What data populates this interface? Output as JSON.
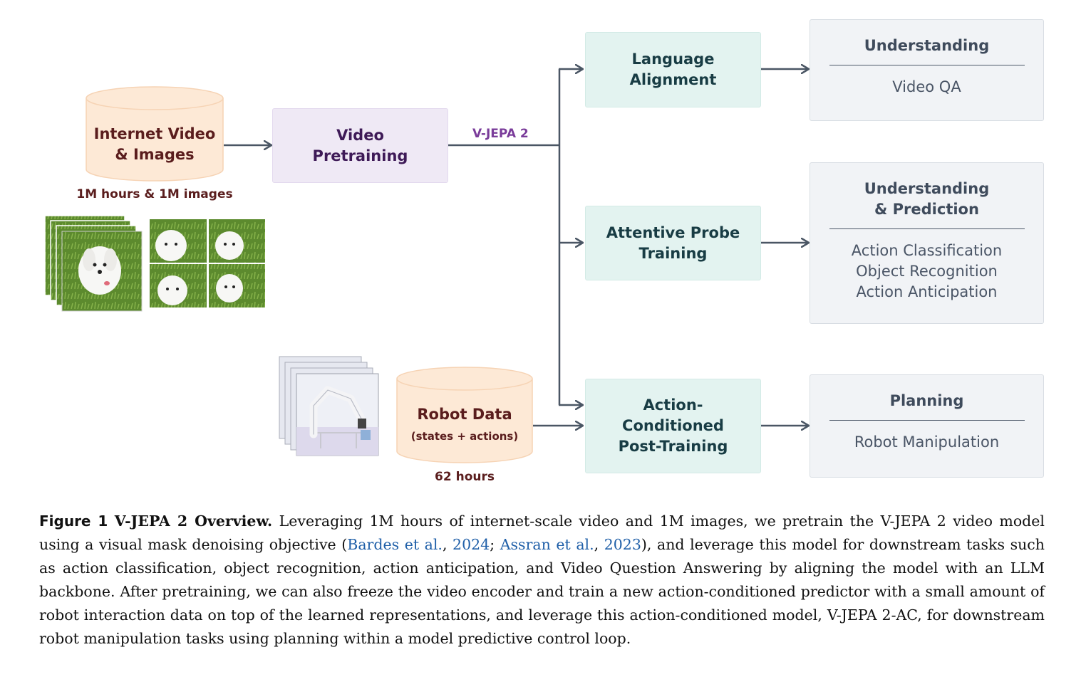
{
  "colors": {
    "arrow": "#4a5664",
    "cylinder_fill": "#fde9d6",
    "cylinder_stroke": "#f6d3b4",
    "pretrain_box": "#efe9f5",
    "task_box": "#e3f3f0",
    "output_box": "#f1f3f6",
    "citation_link": "#1f5fa8",
    "vjepa_label": "#7a3c9a"
  },
  "diagram": {
    "internet_data": {
      "label": "Internet Video\n& Images",
      "count": "1M hours & 1M images"
    },
    "video_pretraining": {
      "label": "Video\nPretraining"
    },
    "model_label": "V-JEPA 2",
    "robot_data": {
      "label": "Robot Data",
      "sublabel": "(states + actions)",
      "count": "62 hours"
    },
    "tasks": [
      {
        "label": "Language\nAlignment"
      },
      {
        "label": "Attentive Probe\nTraining"
      },
      {
        "label": "Action-\nConditioned\nPost-Training"
      }
    ],
    "outputs": [
      {
        "title": "Understanding",
        "items": [
          "Video QA"
        ]
      },
      {
        "title": "Understanding\n& Prediction",
        "items": [
          "Action Classification",
          "Object Recognition",
          "Action Anticipation"
        ]
      },
      {
        "title": "Planning",
        "items": [
          "Robot Manipulation"
        ]
      }
    ],
    "images": {
      "dog_photos": "dog-photo-thumbnails",
      "robot_photos": "robot-arm-photo-thumbnails"
    }
  },
  "caption": {
    "label": "Figure 1",
    "title": "V-JEPA 2 Overview.",
    "text_1": " Leveraging 1M hours of internet-scale video and 1M images, we pretrain the V-JEPA 2 video model using a visual mask denoising objective (",
    "cite_1_authors": "Bardes et al.",
    "sep_1": ", ",
    "cite_1_year": "2024",
    "sep_2": "; ",
    "cite_2_authors": "Assran et al.",
    "sep_3": ", ",
    "cite_2_year": "2023",
    "text_2": "), and leverage this model for downstream tasks such as action classification, object recognition, action anticipation, and Video Question Answering by aligning the model with an LLM backbone. After pretraining, we can also freeze the video encoder and train a new action-conditioned predictor with a small amount of robot interaction data on top of the learned representations, and leverage this action-conditioned model, V-JEPA 2-AC, for downstream robot manipulation tasks using planning within a model predictive control loop."
  }
}
